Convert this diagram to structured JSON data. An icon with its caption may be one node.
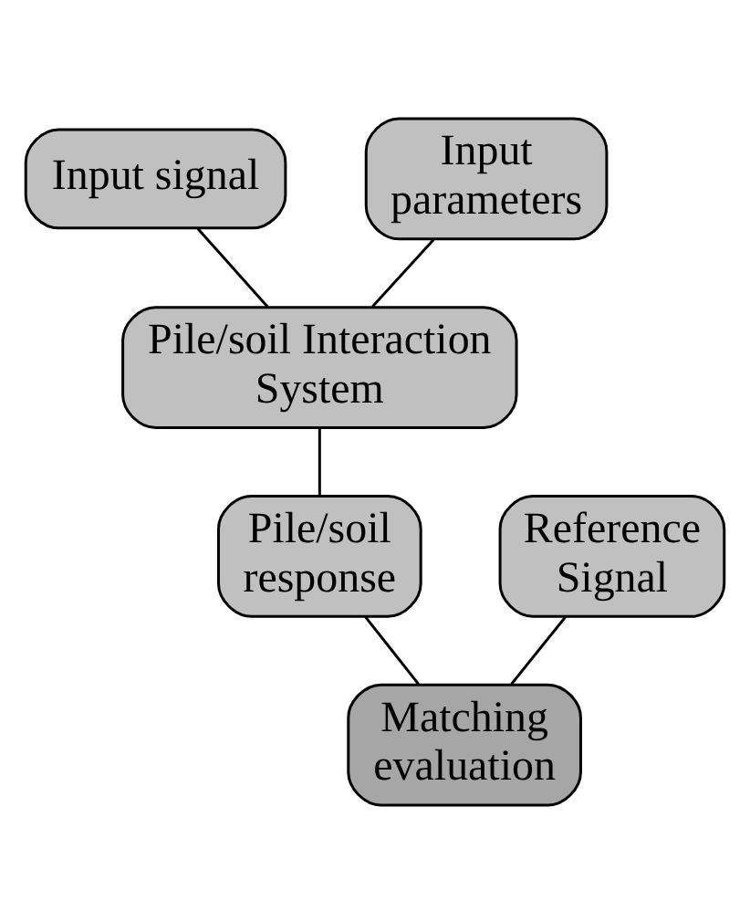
{
  "diagram": {
    "nodes": [
      {
        "text": [
          "Input signal"
        ]
      },
      {
        "text": [
          "Input parameters"
        ]
      },
      {
        "text": [
          "Pile/soil Interaction System"
        ]
      },
      {
        "text": [
          "Pile/soil response"
        ]
      },
      {
        "text": [
          "Reference Signal"
        ]
      },
      {
        "text": [
          "Matching evaluation"
        ]
      }
    ],
    "edges": [
      {
        "from": 0,
        "to": 2,
        "arrow": "none"
      },
      {
        "from": 1,
        "to": 2,
        "arrow": "none"
      },
      {
        "from": 2,
        "to": 3,
        "arrow": "none"
      },
      {
        "from": 3,
        "to": 5,
        "arrow": "none"
      },
      {
        "from": 4,
        "to": 5,
        "arrow": "none"
      }
    ]
  }
}
